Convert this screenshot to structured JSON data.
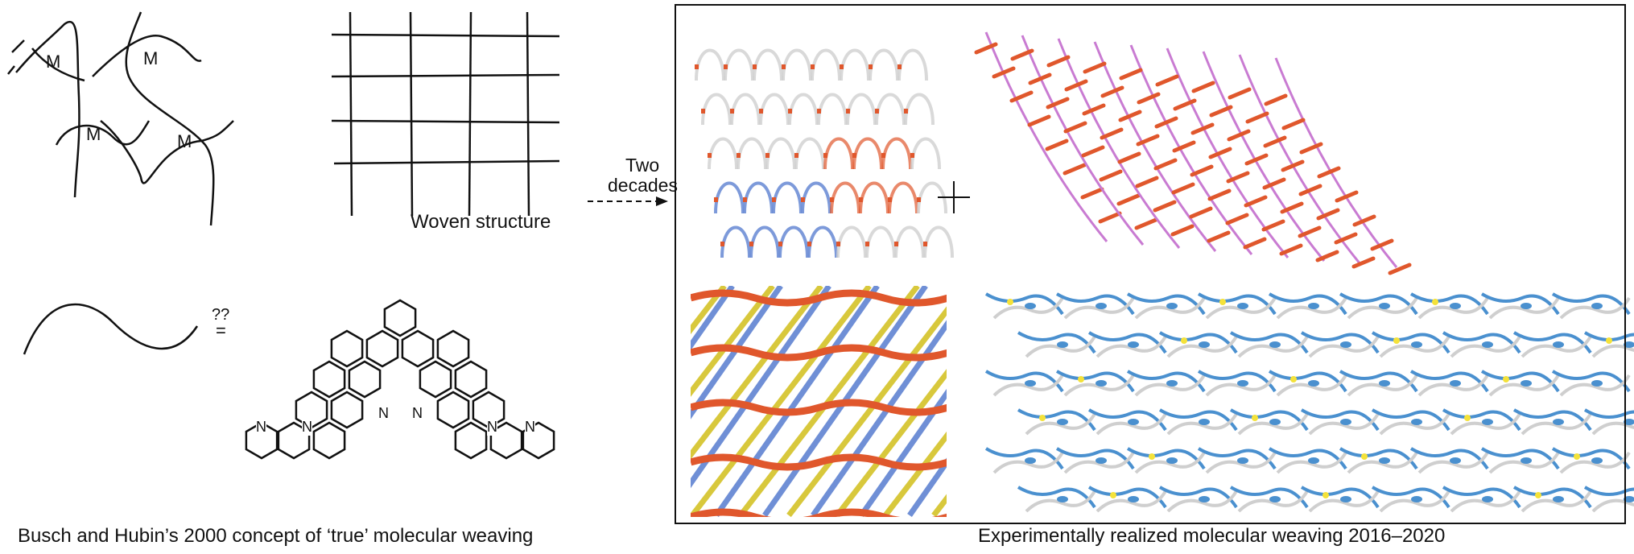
{
  "left": {
    "metal_labels": [
      "M",
      "M",
      "M",
      "M"
    ],
    "woven_label": "Woven structure",
    "question_label": "??",
    "equals_label": "=",
    "nitrogen_label": "N",
    "caption": "Busch and Hubin’s 2000 concept of ‘true’ molecular weaving"
  },
  "arrow": {
    "line1": "Two",
    "line2": "decades"
  },
  "right": {
    "caption": "Experimentally realized molecular weaving 2016–2020",
    "plus": "+"
  },
  "colors": {
    "orange": "#e0572c",
    "blue": "#6f8fd6",
    "yellow": "#d8c83c",
    "pink": "#c97bd2",
    "net_blue": "#4a90cf",
    "grey": "#cfcfcf"
  }
}
